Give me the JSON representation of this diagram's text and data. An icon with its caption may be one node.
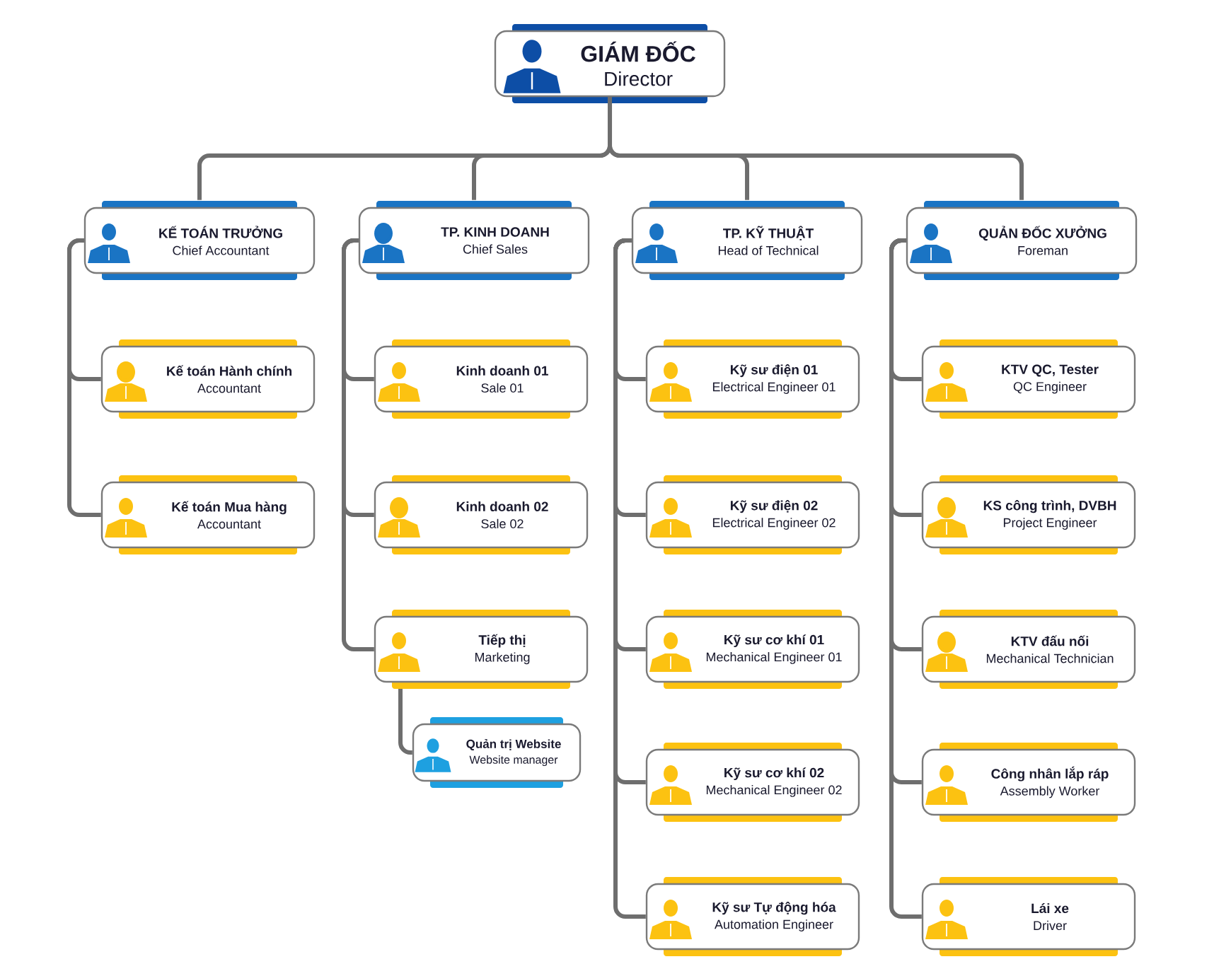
{
  "diagram": {
    "nodes": [
      {
        "text": [
          "GIÁM ĐỐC",
          "Director"
        ]
      },
      {
        "text": [
          "KẾ TOÁN TRƯỞNG",
          "Chief Accountant"
        ]
      },
      {
        "text": [
          "TP. KINH DOANH",
          "Chief Sales"
        ]
      },
      {
        "text": [
          "TP. KỸ THUẬT",
          "Head of Technical"
        ]
      },
      {
        "text": [
          "QUẢN ĐỐC XƯỞNG",
          "Foreman"
        ]
      },
      {
        "text": [
          "Kế toán Hành chính",
          "Accountant"
        ]
      },
      {
        "text": [
          "Kế toán Mua hàng",
          "Accountant"
        ]
      },
      {
        "text": [
          "Kinh doanh 01",
          "Sale 01"
        ]
      },
      {
        "text": [
          "Kinh doanh 02",
          "Sale 02"
        ]
      },
      {
        "text": [
          "Tiếp thị",
          "Marketing"
        ]
      },
      {
        "text": [
          "Quản trị Website",
          "Website manager"
        ]
      },
      {
        "text": [
          "Kỹ sư điện 01",
          "Electrical Engineer 01"
        ]
      },
      {
        "text": [
          "Kỹ sư điện 02",
          "Electrical Engineer 02"
        ]
      },
      {
        "text": [
          "Kỹ sư cơ khí 01",
          "Mechanical Engineer 01"
        ]
      },
      {
        "text": [
          "Kỹ sư cơ khí 02",
          "Mechanical Engineer 02"
        ]
      },
      {
        "text": [
          "Kỹ sư Tự động hóa",
          "Automation Engineer"
        ]
      },
      {
        "text": [
          "KTV QC, Tester",
          "QC Engineer"
        ]
      },
      {
        "text": [
          "KS công trình, DVBH",
          "Project Engineer"
        ]
      },
      {
        "text": [
          "KTV đấu nối",
          "Mechanical Technician"
        ]
      },
      {
        "text": [
          "Công nhân lắp ráp",
          "Assembly Worker"
        ]
      },
      {
        "text": [
          "Lái xe",
          "Driver"
        ]
      }
    ],
    "edges": [
      {
        "from": 0,
        "to": 1,
        "arrow": "none"
      },
      {
        "from": 0,
        "to": 2,
        "arrow": "none"
      },
      {
        "from": 0,
        "to": 3,
        "arrow": "none"
      },
      {
        "from": 0,
        "to": 4,
        "arrow": "none"
      },
      {
        "from": 1,
        "to": 5,
        "arrow": "none"
      },
      {
        "from": 1,
        "to": 6,
        "arrow": "none"
      },
      {
        "from": 2,
        "to": 7,
        "arrow": "none"
      },
      {
        "from": 2,
        "to": 8,
        "arrow": "none"
      },
      {
        "from": 2,
        "to": 9,
        "arrow": "none"
      },
      {
        "from": 9,
        "to": 10,
        "arrow": "none"
      },
      {
        "from": 3,
        "to": 11,
        "arrow": "none"
      },
      {
        "from": 3,
        "to": 12,
        "arrow": "none"
      },
      {
        "from": 3,
        "to": 13,
        "arrow": "none"
      },
      {
        "from": 3,
        "to": 14,
        "arrow": "none"
      },
      {
        "from": 3,
        "to": 15,
        "arrow": "none"
      },
      {
        "from": 4,
        "to": 16,
        "arrow": "none"
      },
      {
        "from": 4,
        "to": 17,
        "arrow": "none"
      },
      {
        "from": 4,
        "to": 18,
        "arrow": "none"
      },
      {
        "from": 4,
        "to": 19,
        "arrow": "none"
      },
      {
        "from": 4,
        "to": 20,
        "arrow": "none"
      }
    ]
  }
}
